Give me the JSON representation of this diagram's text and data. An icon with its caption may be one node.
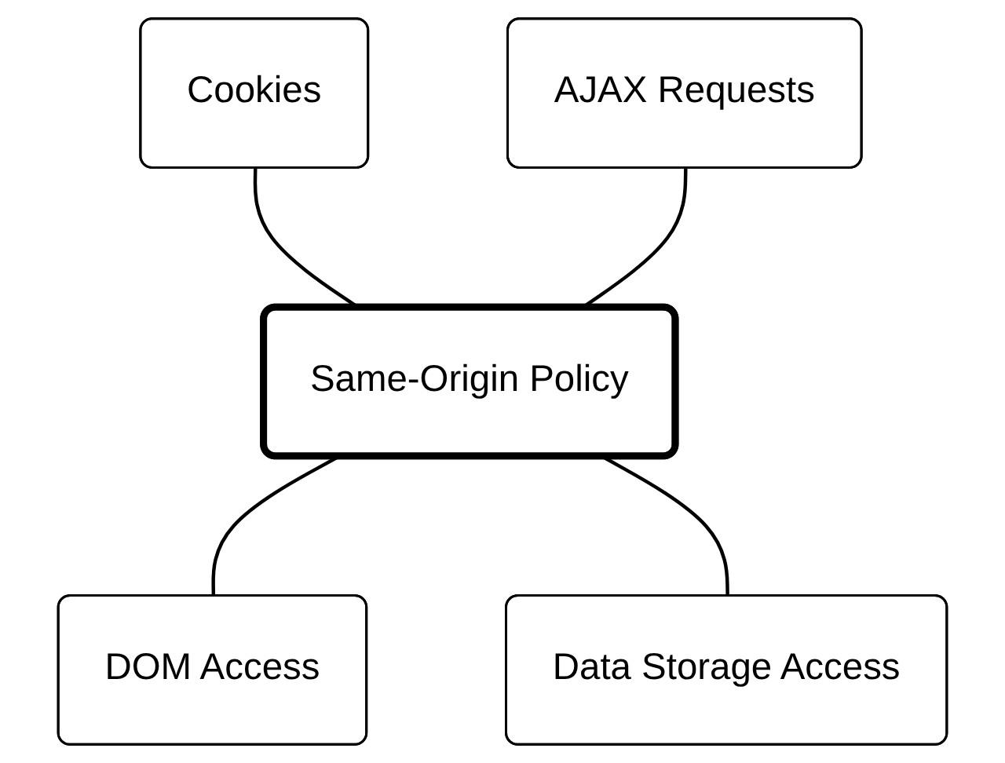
{
  "diagram": {
    "nodes": [
      {
        "text": [
          "Cookies"
        ]
      },
      {
        "text": [
          "AJAX Requests"
        ]
      },
      {
        "text": [
          "Same-Origin Policy"
        ]
      },
      {
        "text": [
          "DOM Access"
        ]
      },
      {
        "text": [
          "Data Storage Access"
        ]
      }
    ],
    "edges": [
      {
        "from": 0,
        "to": 2,
        "arrow": "none"
      },
      {
        "from": 1,
        "to": 2,
        "arrow": "none"
      },
      {
        "from": 2,
        "to": 3,
        "arrow": "none"
      },
      {
        "from": 2,
        "to": 4,
        "arrow": "none"
      }
    ]
  }
}
